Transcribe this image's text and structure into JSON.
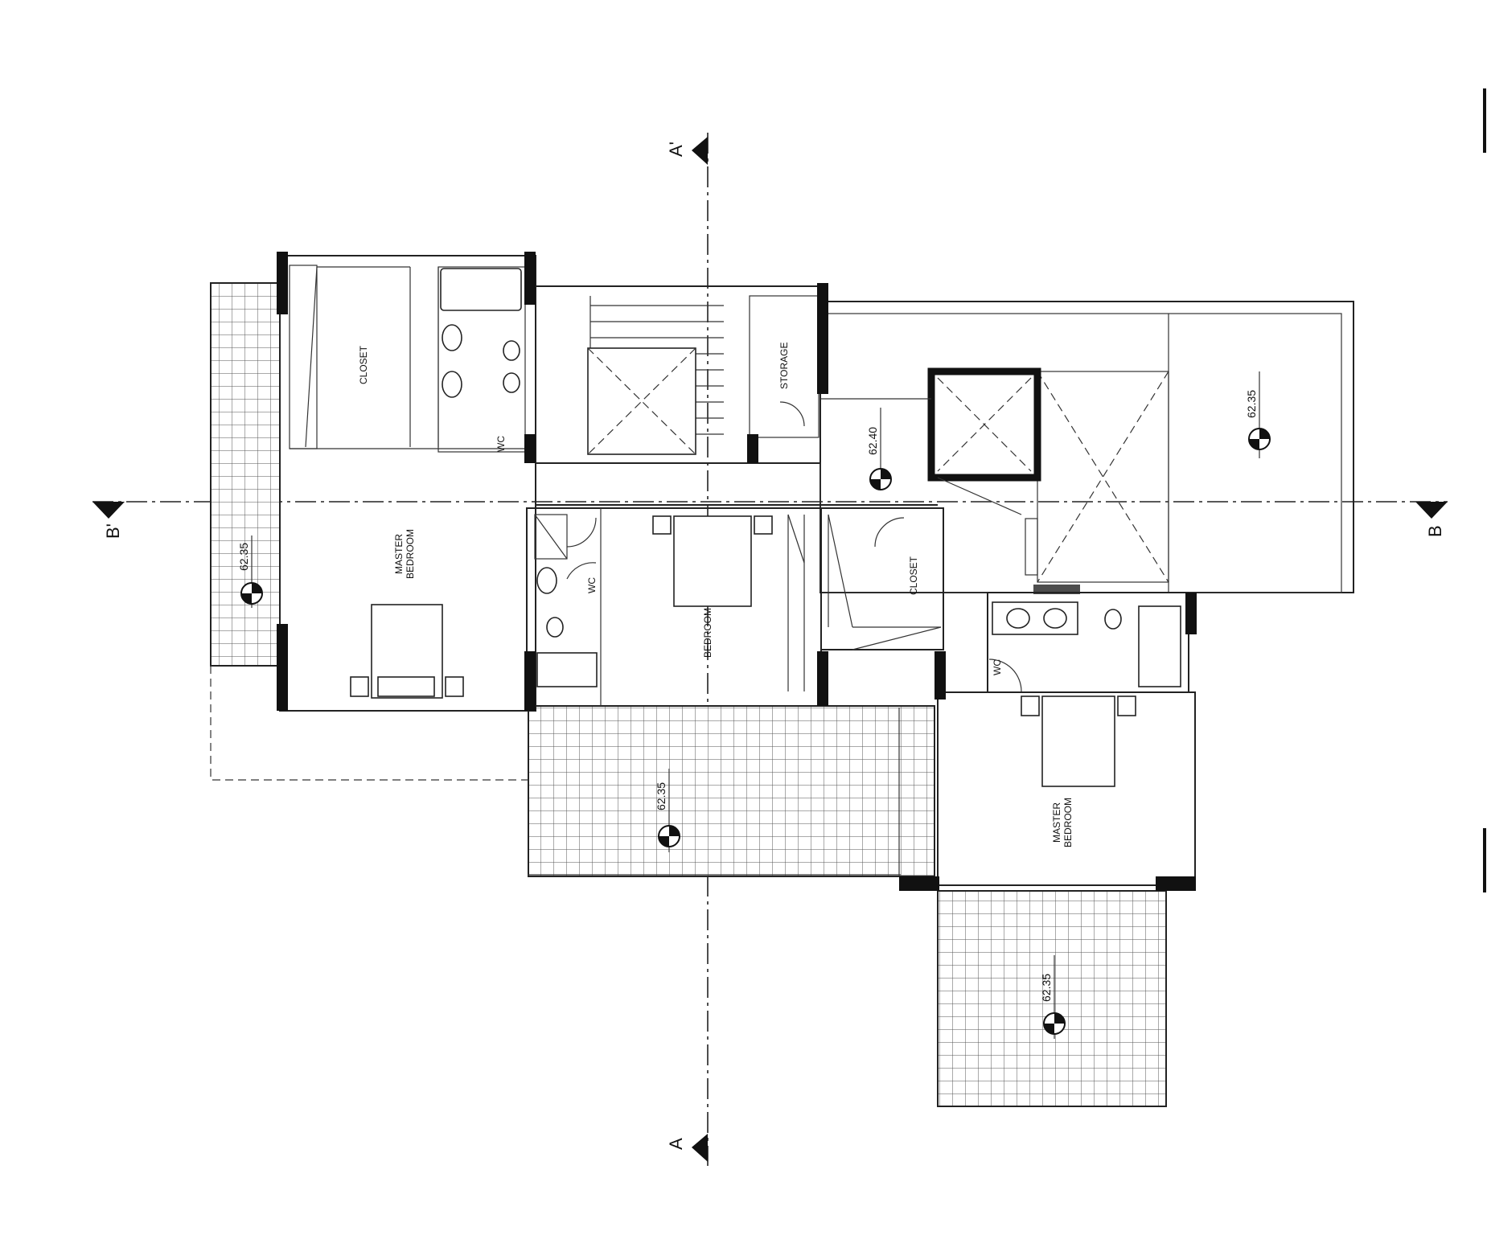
{
  "rooms": {
    "closet_left": "CLOSET",
    "wc_left": "WC",
    "storage": "STORAGE",
    "master_bedroom_left_line1": "MASTER",
    "master_bedroom_left_line2": "BEDROOM",
    "wc_middle": "WC",
    "bedroom": "BEDROOM",
    "closet_right": "CLOSET",
    "wc_right": "WC",
    "master_bedroom_right_line1": "MASTER",
    "master_bedroom_right_line2": "BEDROOM"
  },
  "levels": {
    "hall": "62.40",
    "roof_right": "62.35",
    "terrace_left": "62.35",
    "terrace_center": "62.35",
    "terrace_bottom": "62.35"
  },
  "section_markers": {
    "a_top": "A'",
    "a_bottom": "A",
    "b_left": "B'",
    "b_right": "B"
  },
  "colors": {
    "ink": "#111111",
    "paper": "#ffffff"
  }
}
